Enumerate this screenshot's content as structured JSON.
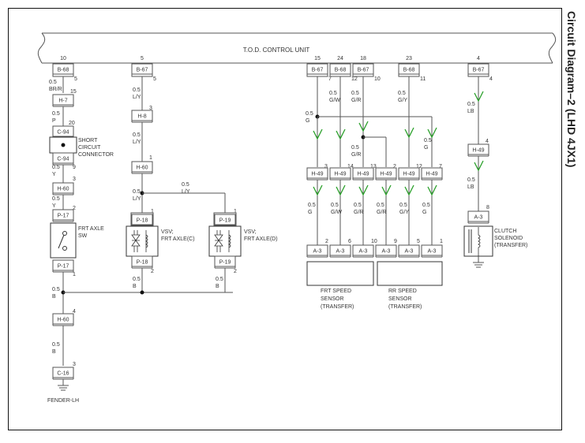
{
  "title": "Circuit Diagram–2 (LHD 4JX1)",
  "control_unit": {
    "label": "T.O.D. CONTROL UNIT",
    "terminals": [
      {
        "pin": "10",
        "connector": "B-68",
        "out_pin": "5"
      },
      {
        "pin": "5",
        "connector": "B-67",
        "out_pin": "5"
      },
      {
        "pin": "15",
        "connector": "B-67",
        "out_pin": "7"
      },
      {
        "pin": "24",
        "connector": "B-68",
        "out_pin": "12"
      },
      {
        "pin": "18",
        "connector": "B-67",
        "out_pin": "10"
      },
      {
        "pin": "23",
        "connector": "B-68",
        "out_pin": "11"
      },
      {
        "pin": "4",
        "connector": "B-67",
        "out_pin": "4"
      }
    ]
  },
  "col1": {
    "wire1": {
      "size": "0.5",
      "color": "BR/R"
    },
    "h7": {
      "connector": "H-7",
      "pin": "15"
    },
    "wire2": {
      "size": "0.5",
      "color": "P"
    },
    "c94_top": {
      "connector": "C-94",
      "pin": "20"
    },
    "short_label": [
      "SHORT",
      "CIRCUIT",
      "CONNECTOR"
    ],
    "c94_bottom": {
      "connector": "C-94",
      "pin": "9"
    },
    "wire3": {
      "size": "0.5",
      "color": "Y"
    },
    "h60a": {
      "connector": "H-60",
      "pin": "3"
    },
    "wire4": {
      "size": "0.5",
      "color": "Y"
    },
    "p17_top": {
      "connector": "P-17",
      "pin": "2"
    },
    "sw_label": [
      "FRT AXLE",
      "SW"
    ],
    "p17_bottom": {
      "connector": "P-17",
      "pin": "1"
    },
    "wire5": {
      "size": "0.5",
      "color": "B"
    },
    "h60b": {
      "connector": "H-60",
      "pin": "4"
    },
    "wire6": {
      "size": "0.5",
      "color": "B"
    },
    "c16": {
      "connector": "C-16",
      "pin": "3"
    },
    "ground_label": "FENDER-LH"
  },
  "col2": {
    "wire1": {
      "size": "0.5",
      "color": "L/Y"
    },
    "h8": {
      "connector": "H-8",
      "pin": "3"
    },
    "wire2": {
      "size": "0.5",
      "color": "L/Y"
    },
    "h60": {
      "connector": "H-60",
      "pin": "1"
    },
    "wire3": {
      "size": "0.5",
      "color": "L/Y"
    },
    "branch_wire": {
      "size": "0.5",
      "color": "L/Y"
    },
    "vsv_c": {
      "top": "P-18",
      "top_pin": "1",
      "bottom": "P-18",
      "bottom_pin": "2",
      "label": [
        "VSV;",
        "FRT AXLE(C)"
      ],
      "wire": {
        "size": "0.5",
        "color": "B"
      }
    },
    "vsv_d": {
      "top": "P-19",
      "top_pin": "1",
      "bottom": "P-19",
      "bottom_pin": "2",
      "label": [
        "VSV;",
        "FRT AXLE(D)"
      ],
      "wire": {
        "size": "0.5",
        "color": "B"
      }
    }
  },
  "speed": {
    "upper_wires": [
      {
        "size": "0.5",
        "color": "G"
      },
      {
        "size": "0.5",
        "color": "G/W"
      },
      {
        "size": "0.5",
        "color": "G/R"
      },
      {
        "size": "0.5",
        "color": "G/Y"
      }
    ],
    "branch_wires": [
      {
        "size": "0.5",
        "color": "G/R"
      },
      {
        "size": "0.5",
        "color": "G"
      }
    ],
    "h49": [
      {
        "connector": "H-49",
        "pin": "3"
      },
      {
        "connector": "H-49",
        "pin": "14"
      },
      {
        "connector": "H-49",
        "pin": "13"
      },
      {
        "connector": "H-49",
        "pin": "2"
      },
      {
        "connector": "H-49",
        "pin": "12"
      },
      {
        "connector": "H-49",
        "pin": "7"
      }
    ],
    "lower_wires": [
      {
        "size": "0.5",
        "color": "G"
      },
      {
        "size": "0.5",
        "color": "G/W"
      },
      {
        "size": "0.5",
        "color": "G/R"
      },
      {
        "size": "0.5",
        "color": "G/R"
      },
      {
        "size": "0.5",
        "color": "G/Y"
      },
      {
        "size": "0.5",
        "color": "G"
      }
    ],
    "a3": [
      {
        "connector": "A-3",
        "pin": "2"
      },
      {
        "connector": "A-3",
        "pin": "6"
      },
      {
        "connector": "A-3",
        "pin": "10"
      },
      {
        "connector": "A-3",
        "pin": "9"
      },
      {
        "connector": "A-3",
        "pin": "5"
      },
      {
        "connector": "A-3",
        "pin": "1"
      }
    ],
    "frt_sensor_label": [
      "FRT SPEED",
      "SENSOR",
      "(TRANSFER)"
    ],
    "rr_sensor_label": [
      "RR SPEED",
      "SENSOR",
      "(TRANSFER)"
    ]
  },
  "clutch": {
    "wire1": {
      "size": "0.5",
      "color": "LB"
    },
    "h49": {
      "connector": "H-49",
      "pin": "4"
    },
    "wire2": {
      "size": "0.5",
      "color": "LB"
    },
    "a3": {
      "connector": "A-3",
      "pin": "8"
    },
    "label": [
      "CLUTCH",
      "SOLENOID",
      "(TRANSFER)"
    ]
  },
  "colors": {
    "line": "#555555",
    "check": "#2aa02a",
    "frame": "#111111"
  }
}
